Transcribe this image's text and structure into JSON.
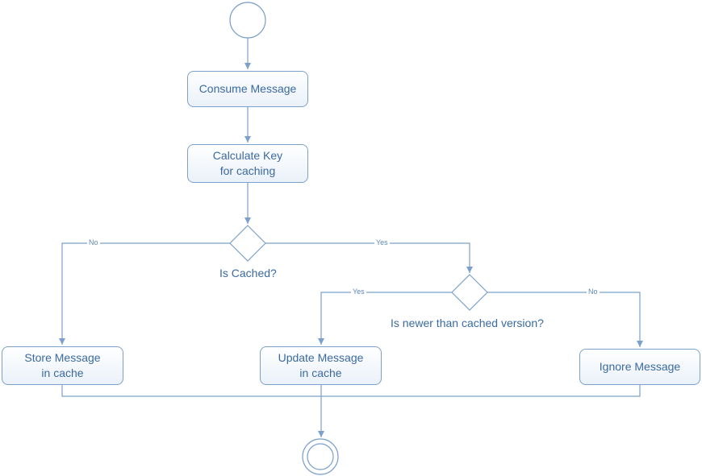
{
  "colors": {
    "line": "#7ba0cb",
    "text": "#3a6aa1"
  },
  "actions": {
    "consume": "Consume Message",
    "calc_key": "Calculate Key\nfor caching",
    "store": "Store Message\nin cache",
    "update": "Update Message\nin cache",
    "ignore": "Ignore Message"
  },
  "decisions": {
    "is_cached": "Is Cached?",
    "is_newer": "Is newer than cached version?"
  },
  "edges": {
    "cached_no": "No",
    "cached_yes": "Yes",
    "newer_yes": "Yes",
    "newer_no": "No"
  }
}
